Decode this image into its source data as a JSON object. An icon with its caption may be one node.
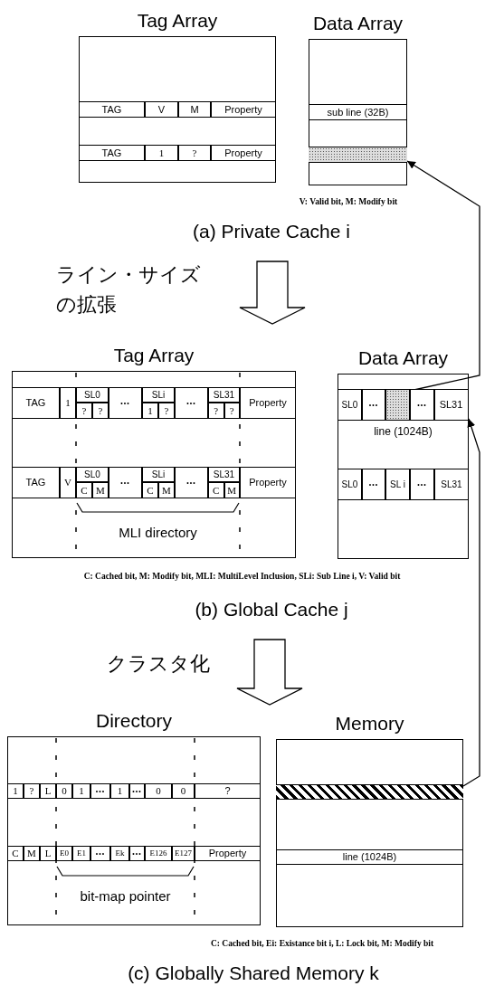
{
  "diagram": {
    "nodes": [
      {
        "text": [
          "Tag Array"
        ]
      },
      {
        "text": [
          "Data Array"
        ]
      },
      {
        "text": [],
        "shape": "bar",
        "in": 1
      },
      {
        "text": [
          "Tag Array"
        ]
      },
      {
        "text": [
          "Data Array"
        ]
      },
      {
        "text": [],
        "shape": "box",
        "in": 4
      },
      {
        "text": [
          "SL31"
        ],
        "in": 4
      },
      {
        "text": [
          "Directory"
        ]
      },
      {
        "text": [
          "Memory"
        ]
      },
      {
        "text": [],
        "shape": "bar",
        "in": 8
      }
    ],
    "edges": [
      {
        "from": 5,
        "to": 2,
        "arrow": "to"
      },
      {
        "from": 9,
        "to": 6,
        "arrow": "to"
      }
    ],
    "labels": [
      "TAG",
      "V",
      "M",
      "Property",
      "TAG",
      "1",
      "?",
      "Property",
      "sub line (32B)",
      "V: Valid bit, M: Modify bit",
      "(a) Private Cache i",
      "ライン・サイズの拡張",
      "TAG",
      "1",
      "SL0",
      "?",
      "?",
      "•••",
      "SLi",
      "1",
      "?",
      "•••",
      "SL31",
      "?",
      "?",
      "Property",
      "TAG",
      "V",
      "SL0",
      "C",
      "M",
      "•••",
      "SLi",
      "C",
      "M",
      "•••",
      "SL31",
      "C",
      "M",
      "Property",
      "MLI directory",
      "SL0",
      "•••",
      "•••",
      "line (1024B)",
      "SL0",
      "•••",
      "SL i",
      "•••",
      "SL31",
      "C: Cached bit, M: Modify bit, MLI: MultiLevel Inclusion, SLi: Sub Line i, V: Valid bit",
      "(b) Global Cache j",
      "クラスタ化",
      "1",
      "?",
      "L",
      "0",
      "1",
      "•••",
      "1",
      "•••",
      "0",
      "0",
      "?",
      "C",
      "M",
      "L",
      "E0",
      "E1",
      "•••",
      "Ek",
      "•••",
      "E126",
      "E127",
      "Property",
      "bit-map pointer",
      "line (1024B)",
      "C: Cached bit, Ei: Existance bit i, L: Lock bit, M: Modify bit",
      "(c) Globally Shared Memory k"
    ]
  }
}
